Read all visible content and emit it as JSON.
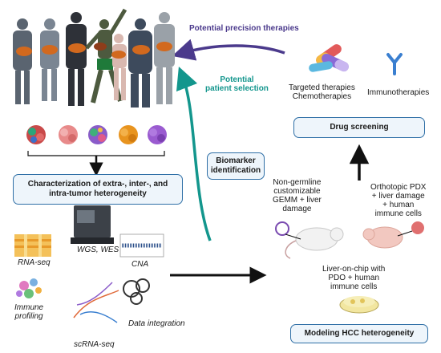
{
  "labels": {
    "precision": "Potential precision therapies",
    "patient_selection_1": "Potential",
    "patient_selection_2": "patient selection",
    "targeted_1": "Targeted therapies",
    "targeted_2": "Chemotherapies",
    "immuno": "Immunotherapies",
    "drug_screening": "Drug screening",
    "biomarker_1": "Biomarker",
    "biomarker_2": "identification",
    "characterization_1": "Characterization of extra-, inter-, and",
    "characterization_2": "intra-tumor heterogeneity",
    "nongermline_1": "Non-germline",
    "nongermline_2": "customizable",
    "nongermline_3": "GEMM + liver",
    "nongermline_4": "damage",
    "orthotopic_1": "Orthotopic PDX",
    "orthotopic_2": "+ liver damage",
    "orthotopic_3": "+ human",
    "orthotopic_4": "immune cells",
    "liver_chip_1": "Liver-on-chip with",
    "liver_chip_2": "PDO + human",
    "liver_chip_3": "immune cells",
    "modeling": "Modeling HCC heterogeneity",
    "rna_seq": "RNA-seq",
    "wgs_wes": "WGS, WES",
    "cna": "CNA",
    "immune_profiling_1": "Immune",
    "immune_profiling_2": "profiling",
    "scrna_seq": "scRNA-seq",
    "data_integration": "Data integration"
  },
  "colors": {
    "precision_arrow": "#4b3a8c",
    "selection_arrow": "#13968d",
    "box_border": "#2f6fa6",
    "box_fill": "#eef5fb"
  },
  "icons": [
    "people-group-with-livers-icon",
    "tumor-cluster-icon",
    "capsules-icon",
    "antibody-icon",
    "sequencer-icon",
    "gears-brain-icon",
    "mouse-icon",
    "petri-dish-icon"
  ]
}
